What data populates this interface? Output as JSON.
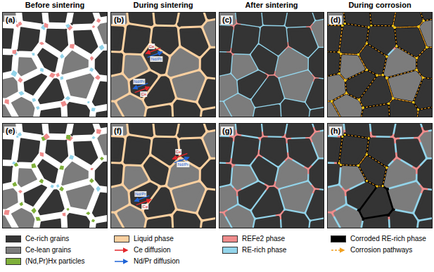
{
  "diagram": {
    "nodes": [
      {
        "text": [
          "(a)"
        ]
      },
      {
        "text": [
          "(b)"
        ]
      },
      {
        "text": [
          "(c)"
        ]
      },
      {
        "text": [
          "(d)"
        ]
      },
      {
        "text": [
          "(e)"
        ]
      },
      {
        "text": [
          "(f)"
        ]
      },
      {
        "text": [
          "(g)"
        ]
      },
      {
        "text": [
          "(h)"
        ]
      }
    ],
    "labels": [
      "Before sintering",
      "During sintering",
      "After sintering",
      "During corrosion",
      "Ce",
      "Nd/Pr",
      "Ce",
      "Nd/Pr",
      "Ce",
      "Nd/Pr",
      "Ce",
      "Nd/Pr"
    ],
    "legend": [
      {
        "text": "Ce-rich grains",
        "color": "#343434"
      },
      {
        "text": "Liquid phase",
        "color": "#fbd0a0"
      },
      {
        "text": "REFe2 phase",
        "color": "#ef8c8c"
      },
      {
        "text": "Corroded RE-rich phase",
        "color": "#000000"
      },
      {
        "text": "Ce-lean grains",
        "color": "#7c7c7c"
      },
      {
        "text": "Ce diffusion"
      },
      {
        "text": "RE-rich phase",
        "color": "#93d4ea"
      },
      {
        "text": "Corrosion pathways"
      },
      {
        "text": "(Nd,Pr)Hx particles",
        "color": "#7fb03a"
      },
      {
        "text": "Nd/Pr diffusion"
      }
    ]
  }
}
